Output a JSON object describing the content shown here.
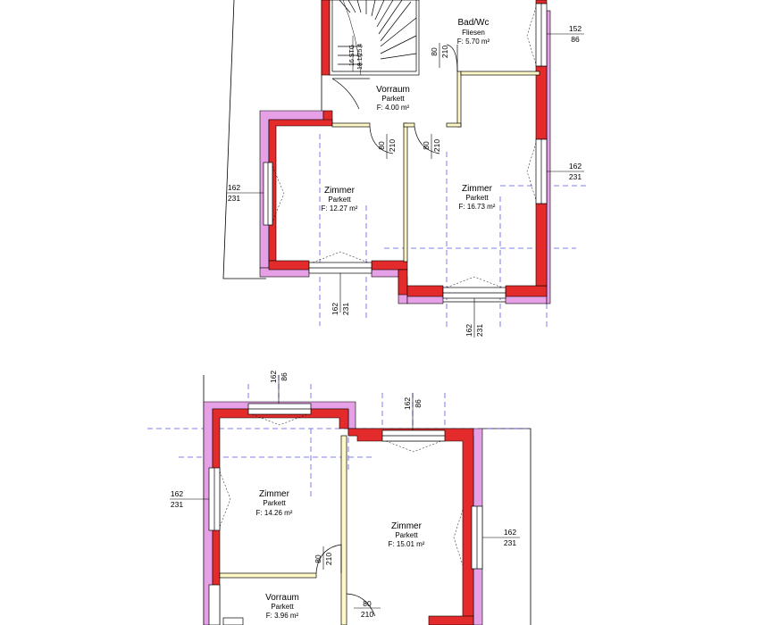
{
  "colors": {
    "wall_existing": "#e32b2b",
    "insulation": "#e6a0e6",
    "outline": "#000000",
    "dashed": "#5a5af0",
    "door_frame": "#d9b800"
  },
  "upper_floor": {
    "rooms": [
      {
        "name": "Bad/Wc",
        "floor": "Fliesen",
        "area": "F: 5.70 m²"
      },
      {
        "name": "Vorraum",
        "floor": "Parkett",
        "area": "F: 4.00 m²"
      },
      {
        "name": "Zimmer",
        "floor": "Parkett",
        "area": "F: 12.27 m²"
      },
      {
        "name": "Zimmer",
        "floor": "Parkett",
        "area": "F: 16.73 m²"
      }
    ],
    "stair": {
      "label_1": "16 STG",
      "label_2": "18.1/25.4"
    },
    "windows": [
      {
        "w": "152",
        "h": "86"
      },
      {
        "w": "162",
        "h": "231"
      },
      {
        "w": "162",
        "h": "231"
      },
      {
        "w": "162",
        "h": "231"
      },
      {
        "w": "162",
        "h": "231"
      }
    ],
    "doors": [
      {
        "w": "80",
        "h": "210"
      },
      {
        "w": "80",
        "h": "210"
      },
      {
        "w": "80",
        "h": "210"
      }
    ]
  },
  "lower_floor": {
    "rooms": [
      {
        "name": "Zimmer",
        "floor": "Parkett",
        "area": "F: 14.26 m²"
      },
      {
        "name": "Zimmer",
        "floor": "Parkett",
        "area": "F: 15.01 m²"
      },
      {
        "name": "Vorraum",
        "floor": "Parkett",
        "area": "F: 3.96 m²"
      }
    ],
    "windows": [
      {
        "w": "162",
        "h": "86"
      },
      {
        "w": "162",
        "h": "86"
      },
      {
        "w": "162",
        "h": "231"
      },
      {
        "w": "162",
        "h": "231"
      }
    ],
    "doors": [
      {
        "w": "80",
        "h": "210"
      },
      {
        "w": "80",
        "h": "210"
      }
    ]
  }
}
